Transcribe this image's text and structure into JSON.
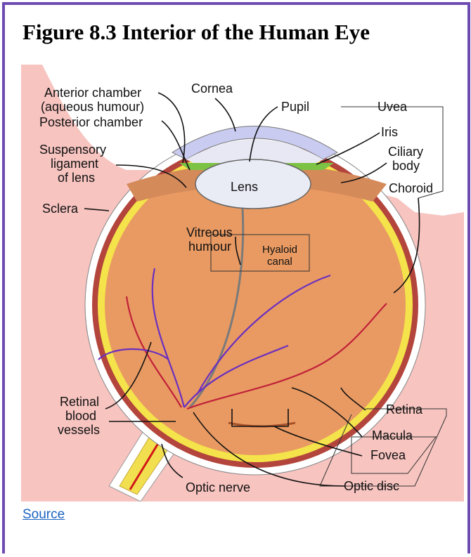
{
  "figure": {
    "title": "Figure 8.3 Interior of the Human Eye",
    "source_link": "Source"
  },
  "labels": {
    "anterior_chamber_1": "Anterior chamber",
    "anterior_chamber_2": "(aqueous humour)",
    "posterior_chamber": "Posterior chamber",
    "suspensory_1": "Suspensory",
    "suspensory_2": "ligament",
    "suspensory_3": "of lens",
    "sclera": "Sclera",
    "cornea": "Cornea",
    "pupil": "Pupil",
    "uvea": "Uvea",
    "iris": "Iris",
    "ciliary_1": "Ciliary",
    "ciliary_2": "body",
    "choroid": "Choroid",
    "lens": "Lens",
    "vitreous_1": "Vitreous",
    "vitreous_2": "humour",
    "hyaloid_1": "Hyaloid",
    "hyaloid_2": "canal",
    "retinal_1": "Retinal",
    "retinal_2": "blood",
    "retinal_3": "vessels",
    "optic_nerve": "Optic nerve",
    "retina": "Retina",
    "macula": "Macula",
    "fovea": "Fovea",
    "optic_disc": "Optic disc"
  },
  "colors": {
    "frame": "#6e4bb0",
    "background_tissue": "#f7c4c0",
    "vitreous": "#e99a62",
    "sclera": "#ffffff",
    "retina": "#f4e34a",
    "choroid": "#b3453c",
    "cornea": "#c9cbf0",
    "iris": "#7cc244",
    "link": "#1a62c0"
  }
}
